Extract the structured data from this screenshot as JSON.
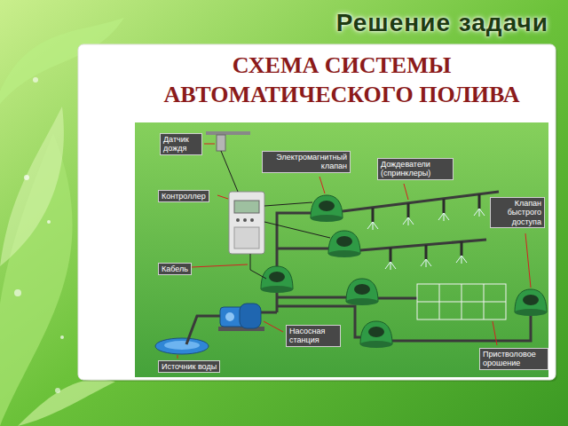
{
  "diagram": {
    "title": "СХЕМА СИСТЕМЫ АВТОМАТИЧЕСКОГО ПОЛИВА",
    "nodes": [
      {
        "text": [
          "Датчик дождя"
        ]
      },
      {
        "text": [
          "Электромагнитный клапан"
        ]
      },
      {
        "text": [
          "Дождеватели (спринклеры)"
        ]
      },
      {
        "text": [
          "Контроллер"
        ]
      },
      {
        "text": [
          "Клапан быстрого доступа"
        ]
      },
      {
        "text": [
          "Кабель"
        ]
      },
      {
        "text": [
          "Насосная станция"
        ]
      },
      {
        "text": [
          "Пристволовое орошение"
        ]
      },
      {
        "text": [
          "Источник воды"
        ]
      }
    ],
    "labels": [
      "Решение задачи"
    ]
  }
}
